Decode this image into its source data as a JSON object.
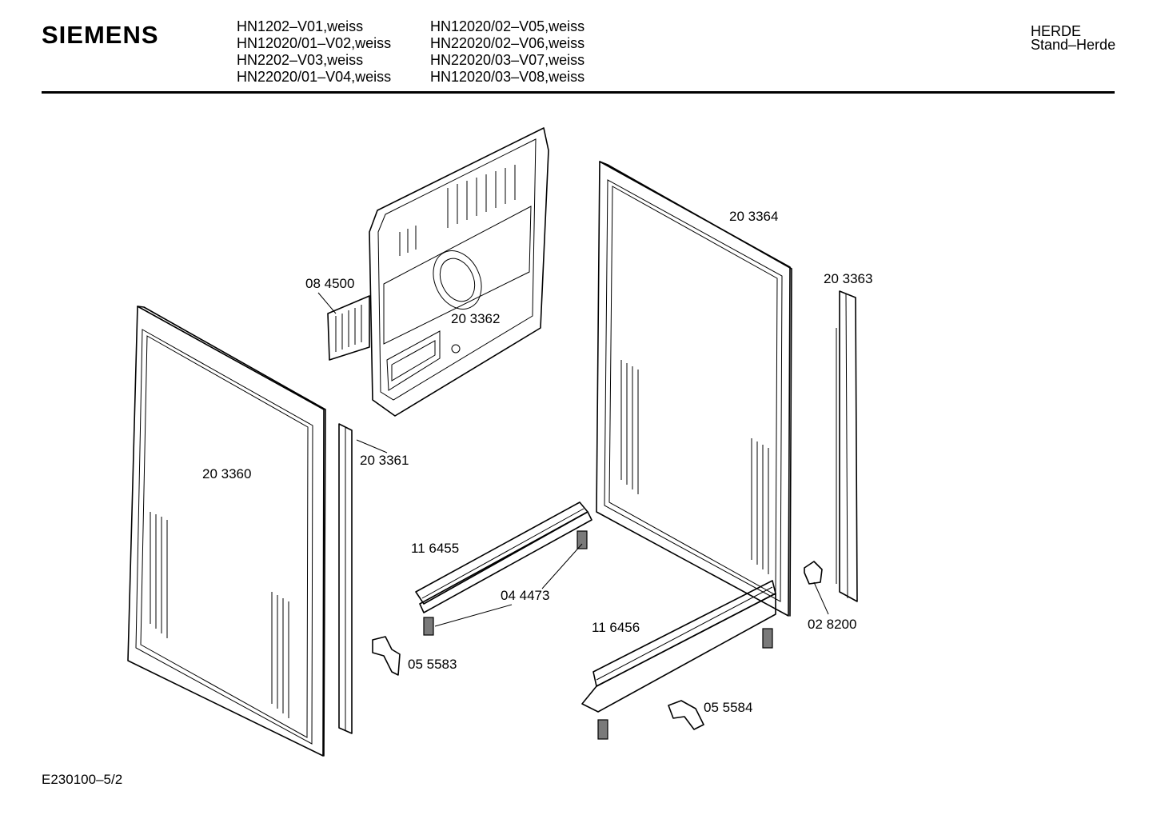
{
  "header": {
    "brand": "SIEMENS",
    "models_col1": [
      "HN1202–V01,weiss",
      "HN12020/01–V02,weiss",
      "HN2202–V03,weiss",
      "HN22020/01–V04,weiss"
    ],
    "models_col2": [
      "HN12020/02–V05,weiss",
      "HN22020/02–V06,weiss",
      "HN22020/03–V07,weiss",
      "HN12020/03–V08,weiss"
    ],
    "category": "HERDE",
    "subcategory": "Stand–Herde"
  },
  "parts": {
    "p203360": "20 3360",
    "p203361": "20 3361",
    "p084500": "08 4500",
    "p203362": "20 3362",
    "p203364": "20 3364",
    "p203363": "20 3363",
    "p116455": "11 6455",
    "p044473": "04 4473",
    "p055583": "05 5583",
    "p116456": "11 6456",
    "p028200": "02 8200",
    "p055584": "05 5584"
  },
  "footer": {
    "drawing_id": "E230100–5/2"
  }
}
